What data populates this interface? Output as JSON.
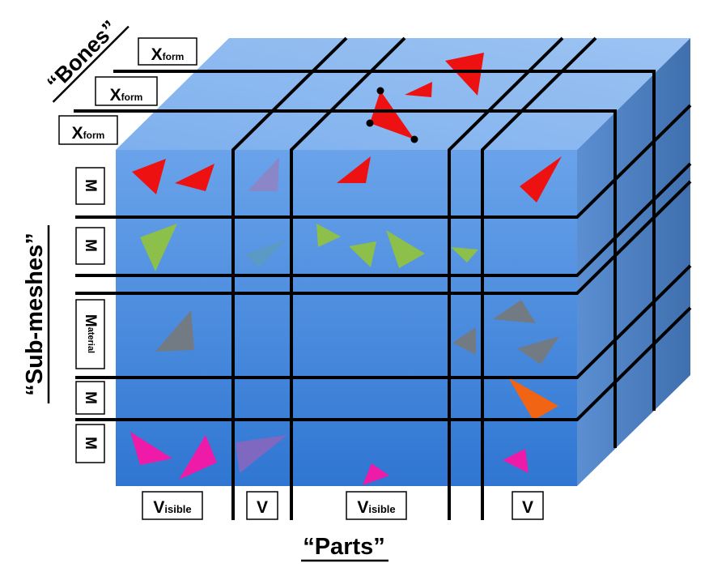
{
  "titles": {
    "bones": "“Bones”",
    "submeshes": "“Sub-meshes”",
    "parts": "“Parts”"
  },
  "xform_labels": [
    {
      "big": "X",
      "small": "form"
    },
    {
      "big": "X",
      "small": "form"
    },
    {
      "big": "X",
      "small": "form"
    }
  ],
  "material_labels": [
    {
      "big": "M",
      "small": ""
    },
    {
      "big": "M",
      "small": ""
    },
    {
      "big": "M",
      "small": "aterial"
    },
    {
      "big": "M",
      "small": ""
    },
    {
      "big": "M",
      "small": ""
    }
  ],
  "visible_labels": [
    {
      "big": "V",
      "small": "isible"
    },
    {
      "big": "V",
      "small": ""
    },
    {
      "big": "V",
      "small": "isible"
    },
    {
      "big": "V",
      "small": ""
    }
  ],
  "colors": {
    "cube_front_top": "#6aa3ea",
    "cube_front_bottom": "#2f76d2",
    "cube_top": "#8cb9ef",
    "cube_side": "#4d7fc0",
    "red": "#ee1111",
    "green": "#8cc04a",
    "gray": "#727b84",
    "magenta": "#ee1aa8",
    "orange": "#f06414",
    "purple": "#7f68c0",
    "teal": "#5b9ac4"
  }
}
